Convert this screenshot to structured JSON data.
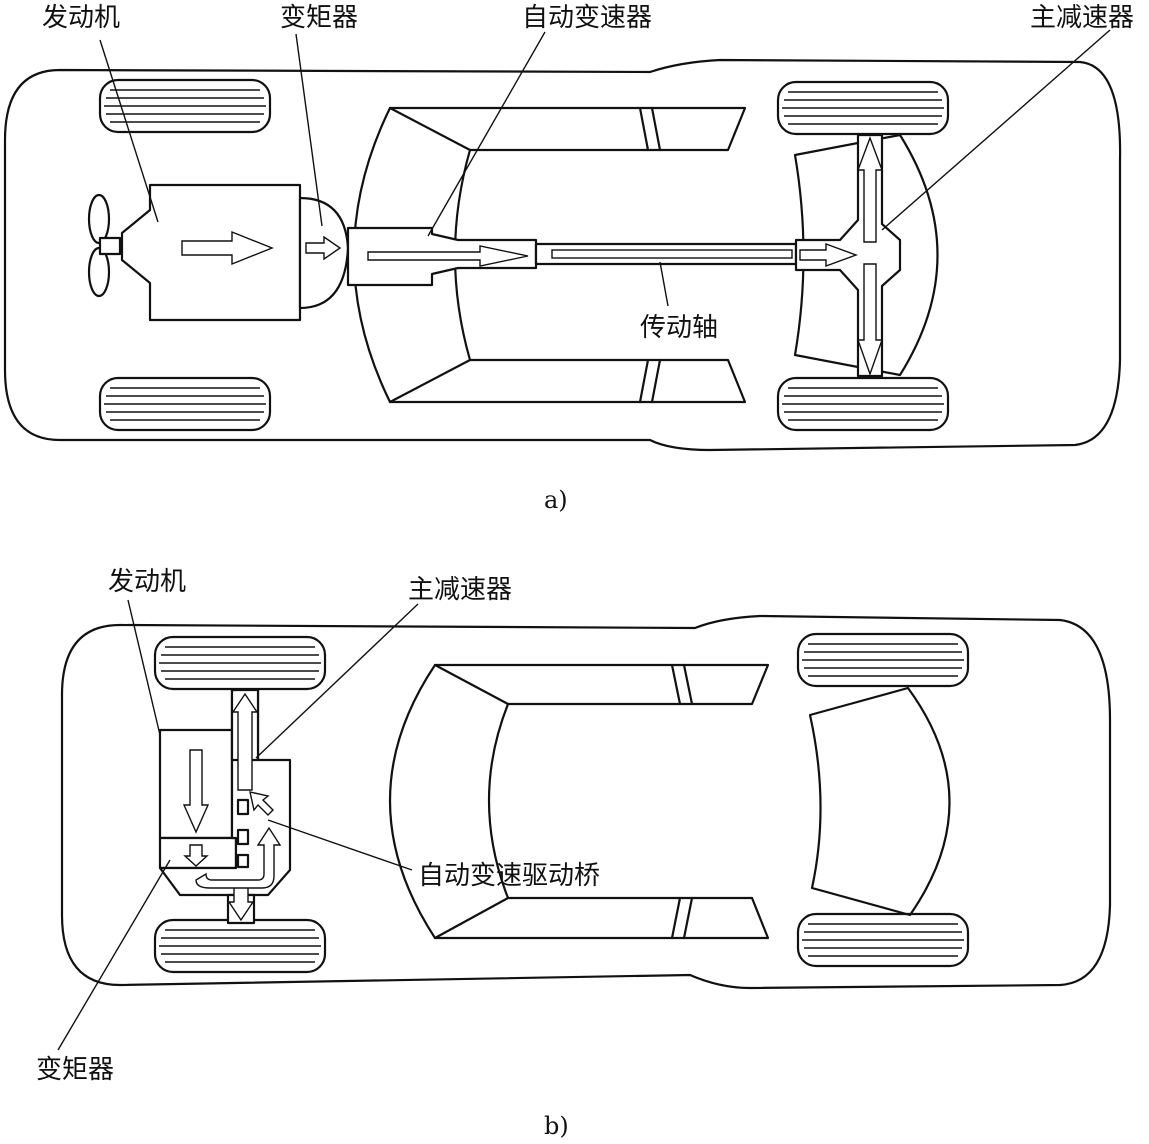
{
  "diagram_a": {
    "caption": "a)",
    "labels": {
      "engine": "发动机",
      "torque_converter": "变矩器",
      "automatic_transmission": "自动变速器",
      "final_drive": "主减速器",
      "drive_shaft": "传动轴"
    }
  },
  "diagram_b": {
    "caption": "b)",
    "labels": {
      "engine": "发动机",
      "final_drive": "主减速器",
      "transaxle": "自动变速驱动桥",
      "torque_converter": "变矩器"
    }
  }
}
